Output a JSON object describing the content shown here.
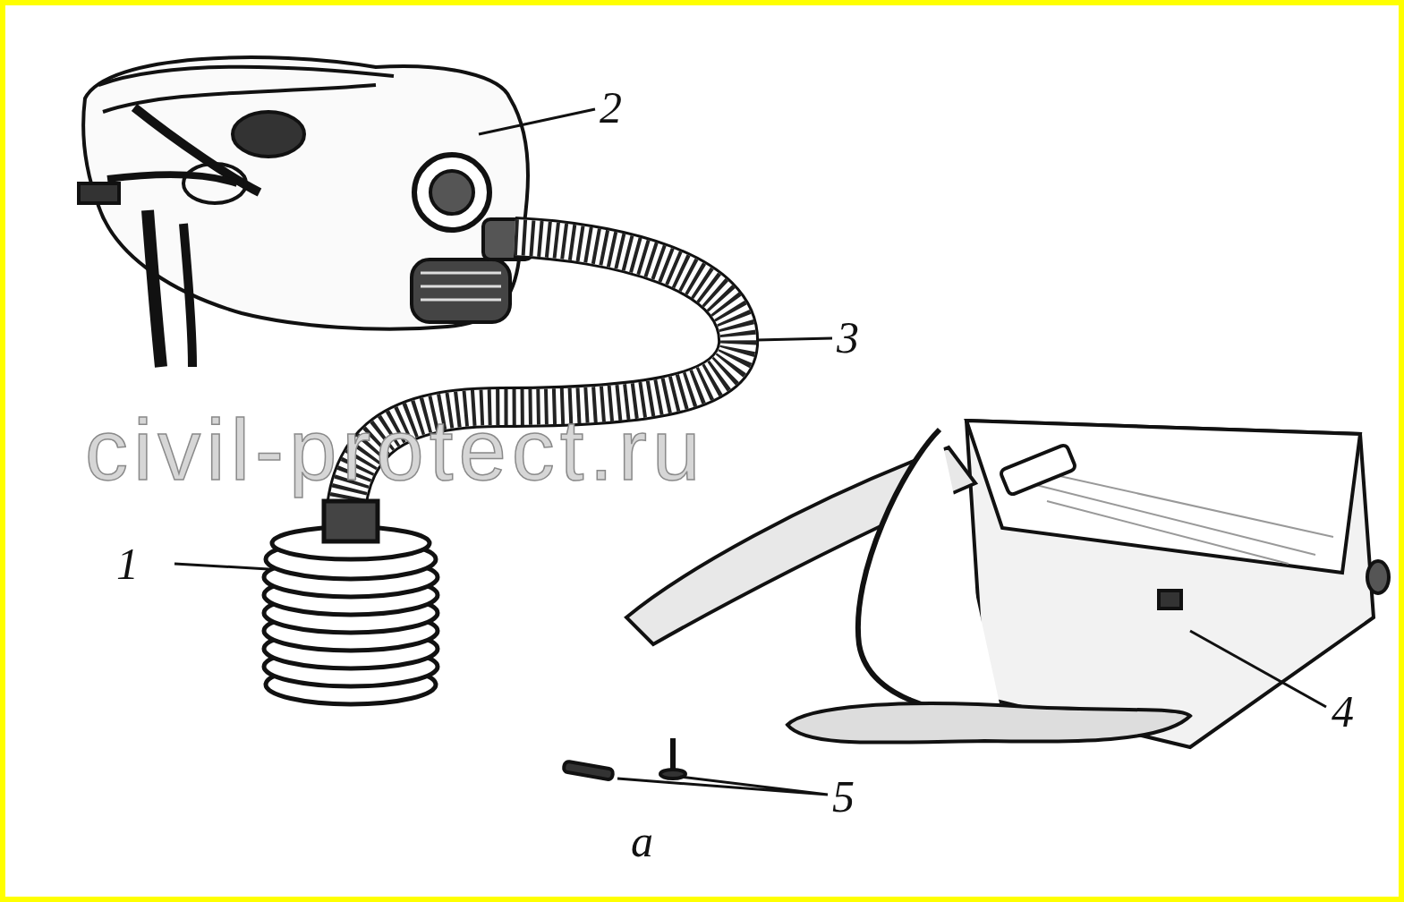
{
  "diagram": {
    "labels": [
      "2",
      "3",
      "civil-protect.ru",
      "1",
      "4",
      "5",
      "а"
    ]
  }
}
